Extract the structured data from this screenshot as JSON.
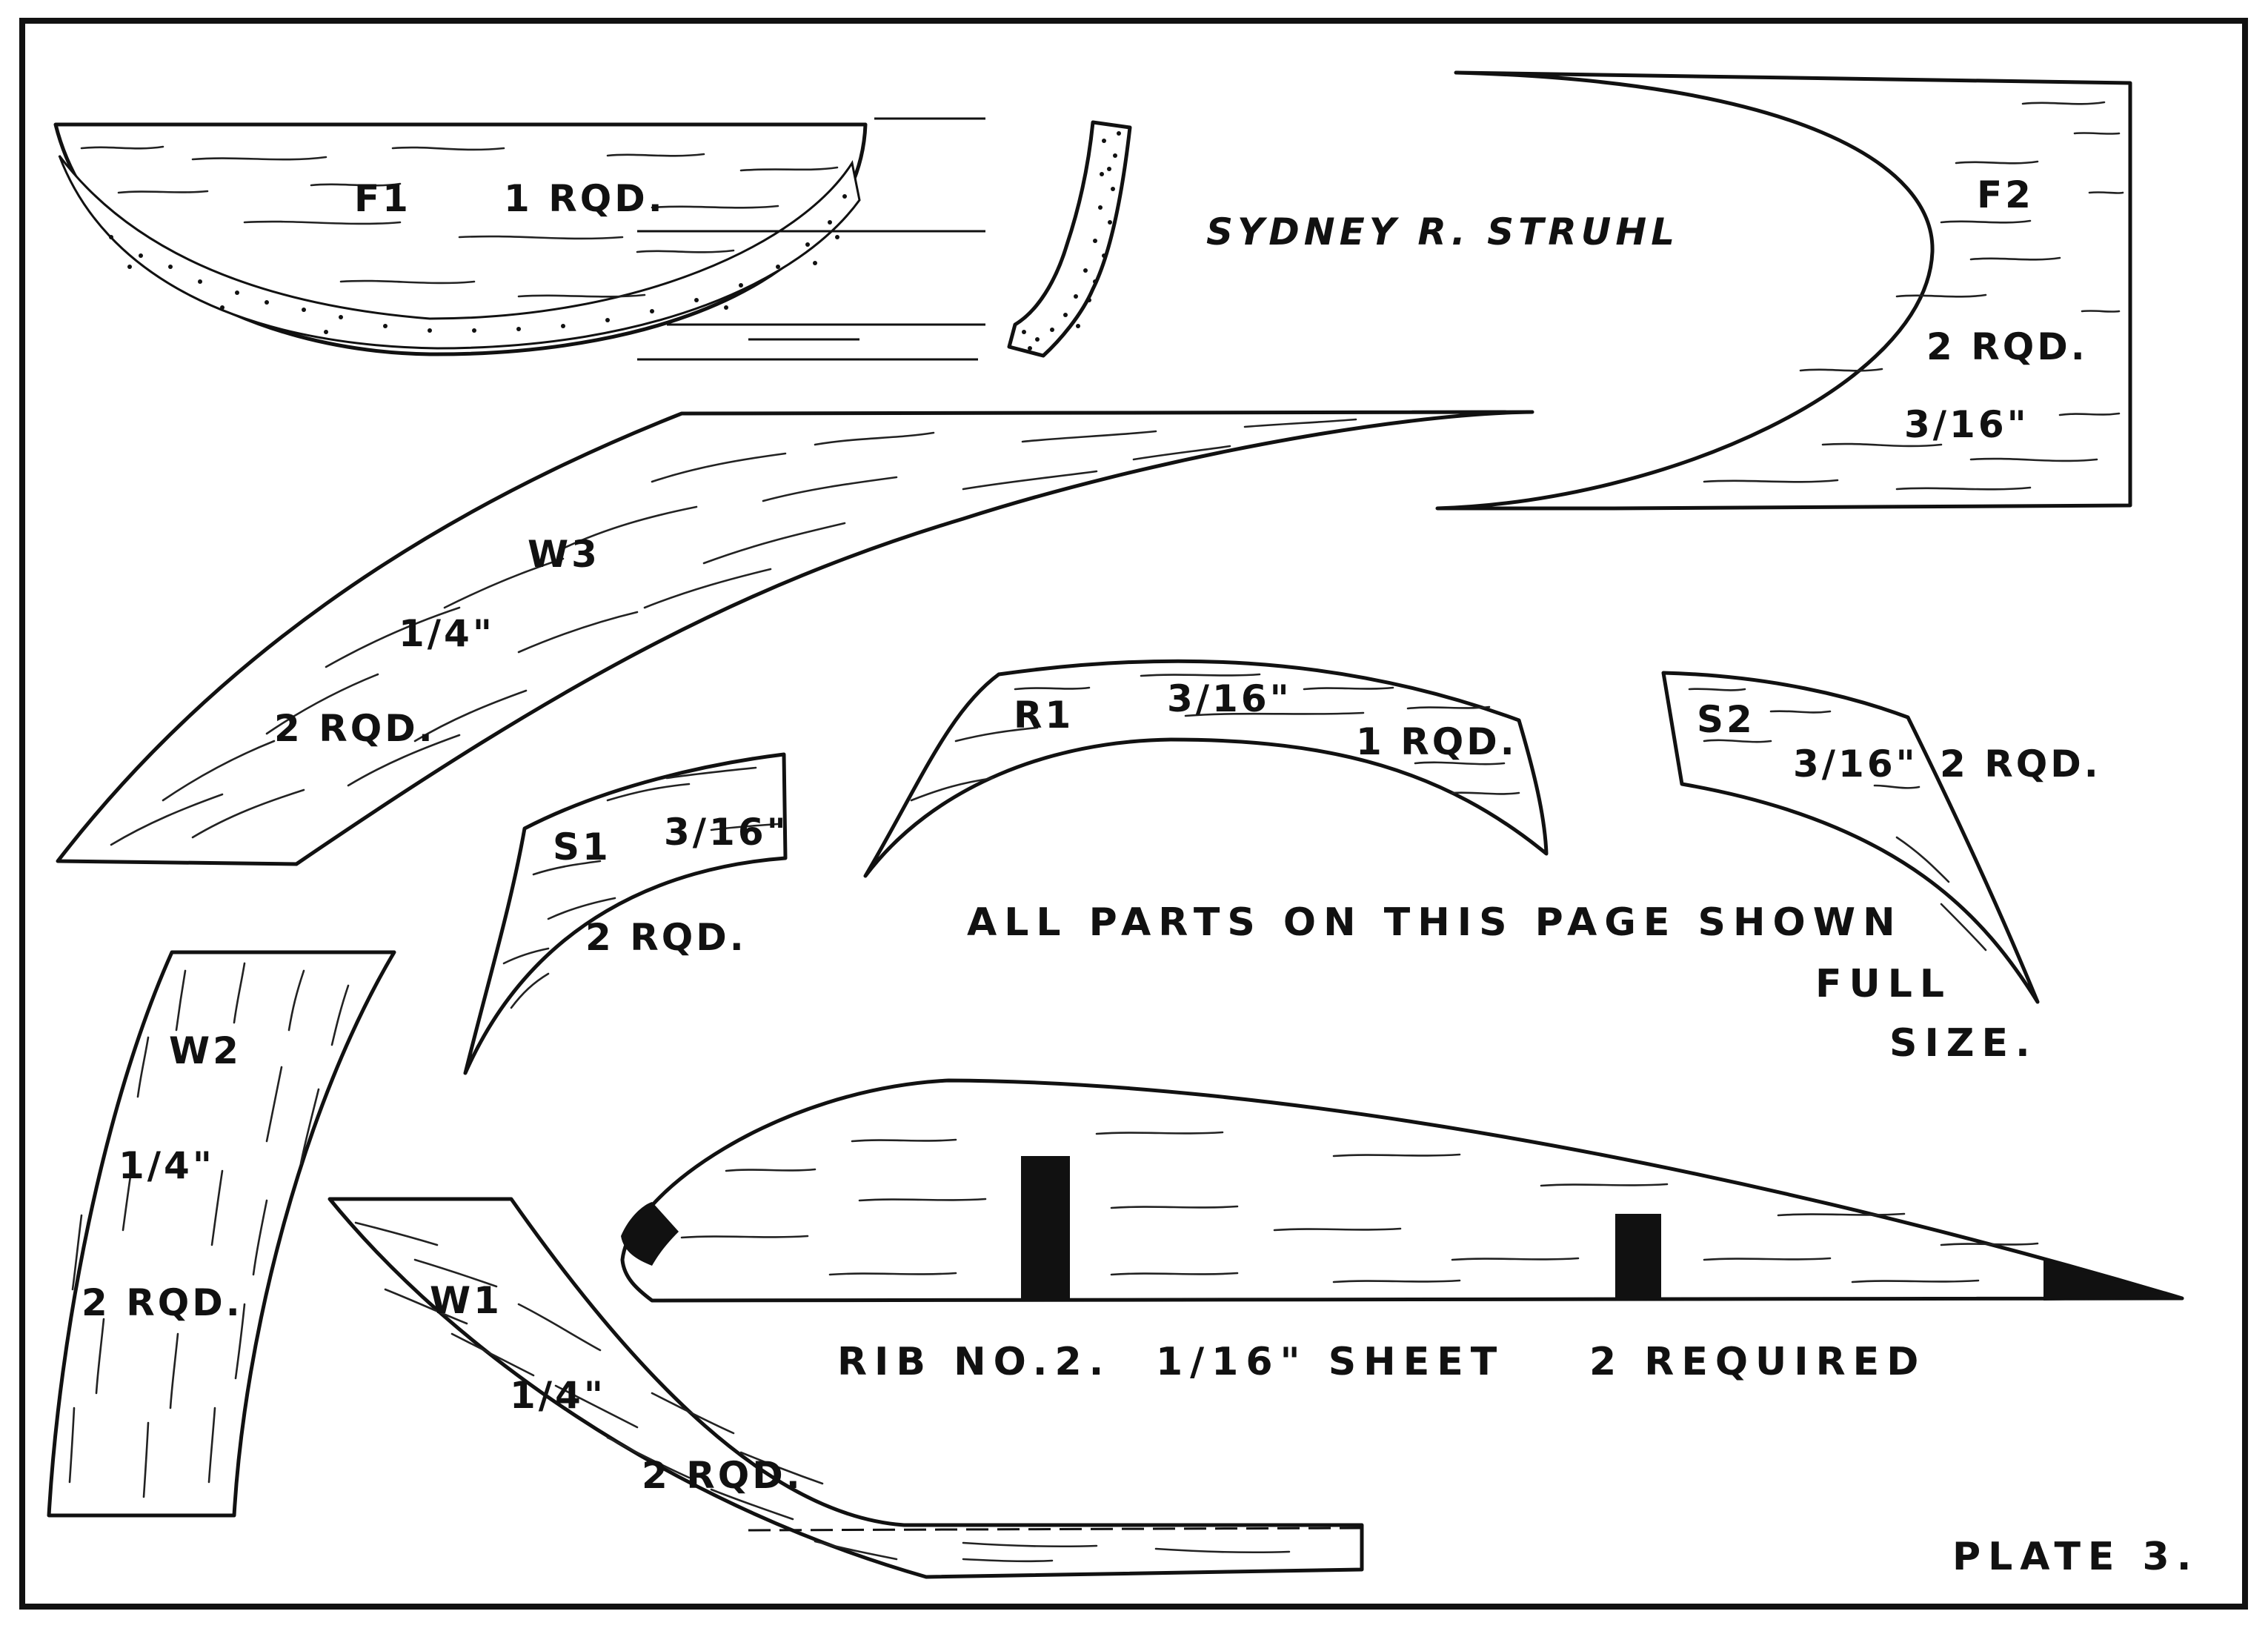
{
  "author": "SYDNEY R. STRUHL",
  "plate_label": "PLATE 3.",
  "note": {
    "line1": "ALL PARTS ON THIS PAGE SHOWN",
    "line2": "FULL",
    "line3": "SIZE."
  },
  "parts": {
    "f1": {
      "name": "F1",
      "qty": "1 RQD."
    },
    "f2": {
      "name": "F2",
      "qty": "2 RQD.",
      "thickness": "3/16\""
    },
    "w3": {
      "name": "W3",
      "thickness": "1/4\"",
      "qty": "2 RQD."
    },
    "w2": {
      "name": "W2",
      "thickness": "1/4\"",
      "qty": "2 RQD."
    },
    "w1": {
      "name": "W1",
      "thickness": "1/4\"",
      "qty": "2 RQD."
    },
    "s1": {
      "name": "S1",
      "thickness": "3/16\"",
      "qty": "2 RQD."
    },
    "s2": {
      "name": "S2",
      "thickness": "3/16\"",
      "qty": "2 RQD."
    },
    "r1": {
      "name": "R1",
      "thickness": "3/16\"",
      "qty": "1 RQD."
    }
  },
  "rib": {
    "name": "RIB NO.2.",
    "material": "1/16\" SHEET",
    "qty": "2 REQUIRED"
  }
}
